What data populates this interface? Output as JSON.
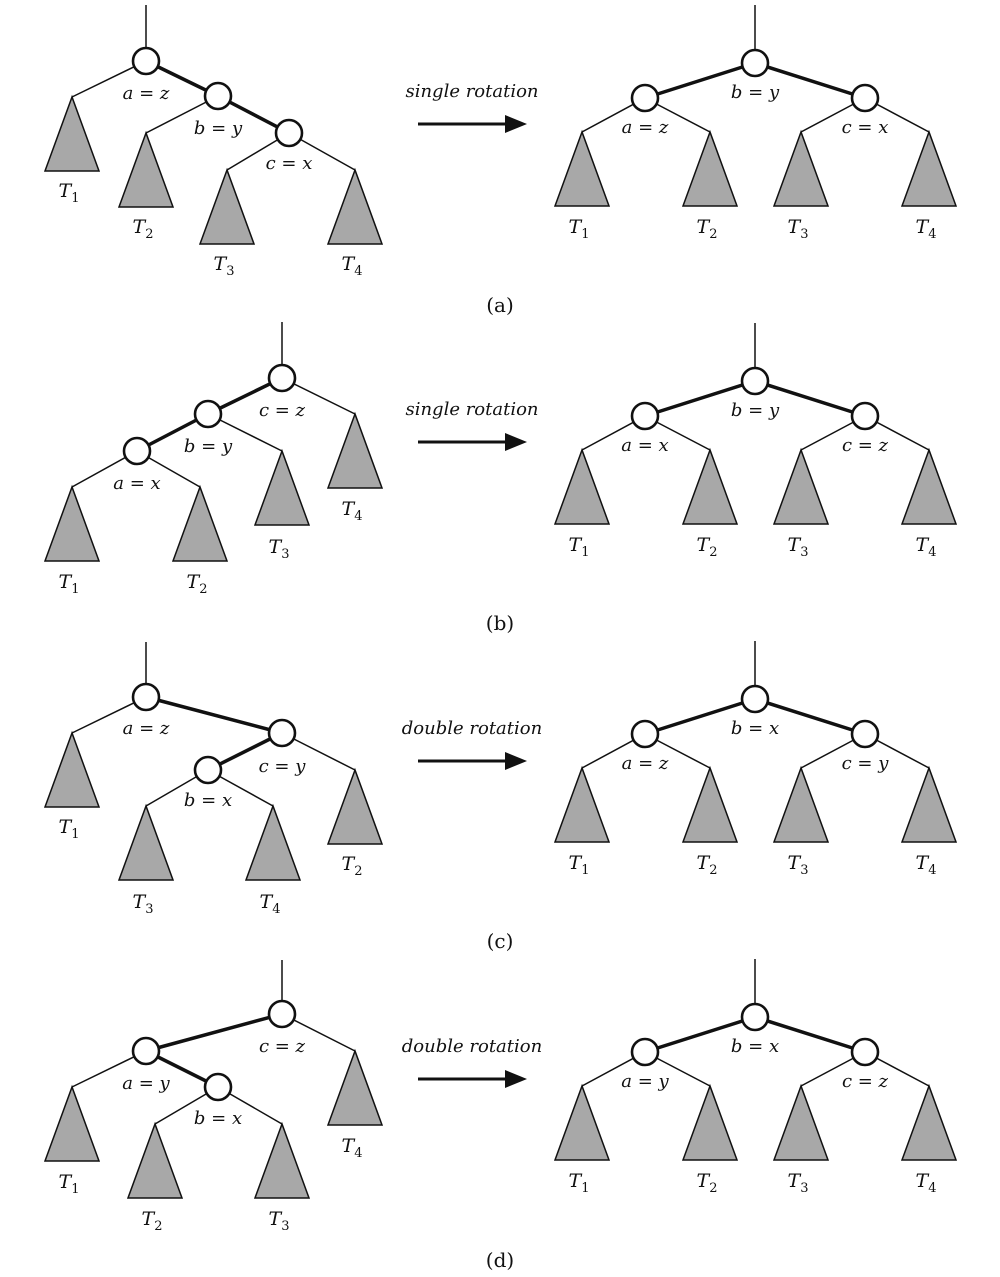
{
  "panels": [
    {
      "operation": "single rotation",
      "caption": "(a)",
      "before": {
        "node_labels": [
          "a = z",
          "b = y",
          "c = x"
        ],
        "subtree_labels": [
          "T1",
          "T2",
          "T3",
          "T4"
        ]
      },
      "after": {
        "node_labels": [
          "b = y",
          "a = z",
          "c = x"
        ],
        "subtree_labels": [
          "T1",
          "T2",
          "T3",
          "T4"
        ]
      }
    },
    {
      "operation": "single rotation",
      "caption": "(b)",
      "before": {
        "node_labels": [
          "c = z",
          "b = y",
          "a = x"
        ],
        "subtree_labels": [
          "T4",
          "T3",
          "T1",
          "T2"
        ]
      },
      "after": {
        "node_labels": [
          "b = y",
          "a = x",
          "c = z"
        ],
        "subtree_labels": [
          "T1",
          "T2",
          "T3",
          "T4"
        ]
      }
    },
    {
      "operation": "double rotation",
      "caption": "(c)",
      "before": {
        "node_labels": [
          "a = z",
          "c = y",
          "b = x"
        ],
        "subtree_labels": [
          "T1",
          "T2",
          "T3",
          "T4"
        ]
      },
      "after": {
        "node_labels": [
          "b = x",
          "a = z",
          "c = y"
        ],
        "subtree_labels": [
          "T1",
          "T2",
          "T3",
          "T4"
        ]
      }
    },
    {
      "operation": "double rotation",
      "caption": "(d)",
      "before": {
        "node_labels": [
          "c = z",
          "a = y",
          "b = x"
        ],
        "subtree_labels": [
          "T1",
          "T2",
          "T3",
          "T4"
        ]
      },
      "after": {
        "node_labels": [
          "b = x",
          "a = y",
          "c = z"
        ],
        "subtree_labels": [
          "T1",
          "T2",
          "T3",
          "T4"
        ]
      }
    }
  ]
}
